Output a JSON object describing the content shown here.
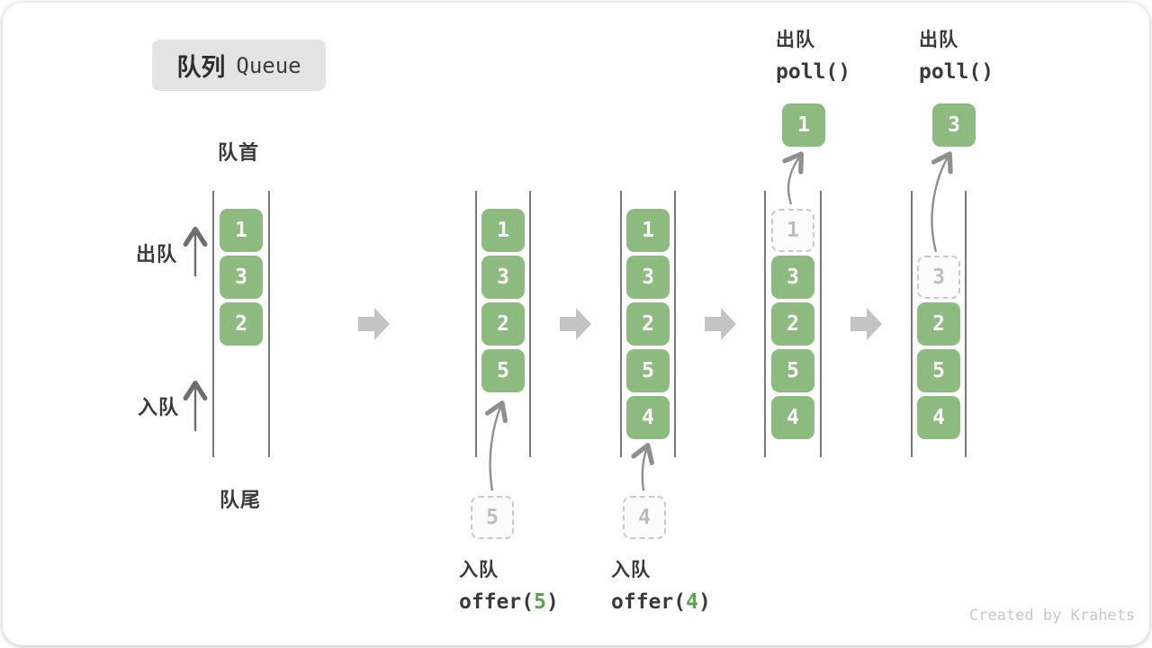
{
  "title": {
    "zh": "队列",
    "en": "Queue"
  },
  "front_label": "队首",
  "rear_label": "队尾",
  "side": {
    "dequeue": "出队",
    "enqueue": "入队"
  },
  "states": [
    {
      "boxes": [
        {
          "value": "1"
        },
        {
          "value": "3"
        },
        {
          "value": "2"
        }
      ]
    },
    {
      "boxes": [
        {
          "value": "1"
        },
        {
          "value": "3"
        },
        {
          "value": "2"
        },
        {
          "value": "5"
        }
      ],
      "incoming": {
        "value": "5"
      },
      "op": {
        "action": "入队",
        "pre": "offer(",
        "arg": "5",
        "post": ")"
      }
    },
    {
      "boxes": [
        {
          "value": "1"
        },
        {
          "value": "3"
        },
        {
          "value": "2"
        },
        {
          "value": "5"
        },
        {
          "value": "4"
        }
      ],
      "incoming": {
        "value": "4"
      },
      "op": {
        "action": "入队",
        "pre": "offer(",
        "arg": "4",
        "post": ")"
      }
    },
    {
      "removed": {
        "value": "1"
      },
      "boxes": [
        {
          "value": "3"
        },
        {
          "value": "2"
        },
        {
          "value": "5"
        },
        {
          "value": "4"
        }
      ],
      "popped": {
        "value": "1"
      },
      "op": {
        "action": "出队",
        "pre": "poll()",
        "arg": "",
        "post": ""
      }
    },
    {
      "removed": {
        "value": "3"
      },
      "boxes": [
        {
          "value": "2"
        },
        {
          "value": "5"
        },
        {
          "value": "4"
        }
      ],
      "popped": {
        "value": "3"
      },
      "op": {
        "action": "出队",
        "pre": "poll()",
        "arg": "",
        "post": ""
      }
    }
  ],
  "watermark": "Created by Krahets",
  "colors": {
    "box_green": "#8cba7f",
    "accent_green": "#5ba251",
    "dash_border": "#c9c9c9",
    "wall": "#4b4b4b",
    "arrow_gray": "#8f8f8f",
    "arrow_dark": "#6e6e6e",
    "block_arrow": "#c4c4c4",
    "badge_bg": "#e4e4e4",
    "label": "#3a3a3a"
  }
}
